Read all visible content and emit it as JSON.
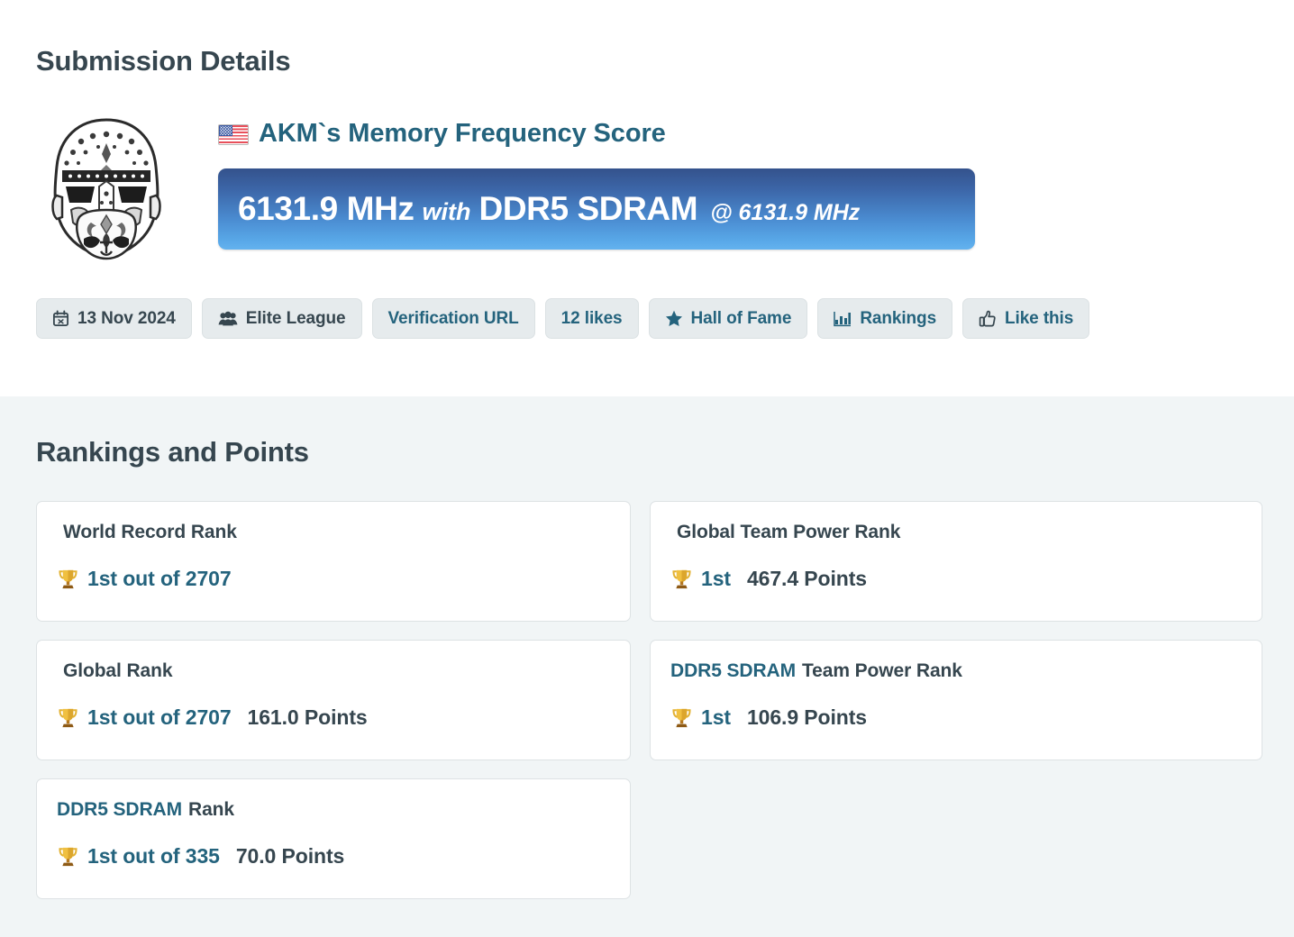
{
  "page": {
    "title": "Submission Details",
    "section_title": "Rankings and Points"
  },
  "submission": {
    "avatar_icon": "stormtrooper-sugar-skull-avatar",
    "flag_icon": "us-flag-icon",
    "score_title": "AKM`s Memory Frequency Score",
    "banner": {
      "value": "6131.9 MHz",
      "with_word": "with",
      "hardware": "DDR5 SDRAM",
      "at_clause": "@ 6131.9 MHz",
      "gradient_top": "#34528c",
      "gradient_bottom": "#63b2ef"
    }
  },
  "badges": [
    {
      "label": "13 Nov 2024",
      "icon": "calendar-icon",
      "style": "dark"
    },
    {
      "label": "Elite League",
      "icon": "users-icon",
      "style": "dark"
    },
    {
      "label": "Verification URL",
      "icon": null,
      "style": "link"
    },
    {
      "label": "12 likes",
      "icon": null,
      "style": "link"
    },
    {
      "label": "Hall of Fame",
      "icon": "star-icon",
      "style": "link"
    },
    {
      "label": "Rankings",
      "icon": "bar-chart-icon",
      "style": "link"
    },
    {
      "label": "Like this",
      "icon": "thumbs-up-icon",
      "style": "link"
    }
  ],
  "rankings": {
    "trophy_icon": "trophy-icon",
    "cards": [
      {
        "title_highlight": "",
        "title": "World Record Rank",
        "rank": "1st out of 2707",
        "points": ""
      },
      {
        "title_highlight": "",
        "title": "Global Rank",
        "rank": "1st out of 2707",
        "points": "161.0 Points"
      },
      {
        "title_highlight": "DDR5 SDRAM",
        "title": "Rank",
        "rank": "1st out of 335",
        "points": "70.0 Points"
      },
      {
        "title_highlight": "",
        "title": "Global Team Power Rank",
        "rank": "1st",
        "points": "467.4 Points"
      },
      {
        "title_highlight": "DDR5 SDRAM",
        "title": "Team Power Rank",
        "rank": "1st",
        "points": "106.9 Points"
      }
    ]
  },
  "colors": {
    "accent_teal": "#24637d",
    "text_dark": "#36464f",
    "badge_bg": "#e6ebed",
    "section_bg": "#f1f5f6",
    "card_border": "#dde2e4"
  }
}
